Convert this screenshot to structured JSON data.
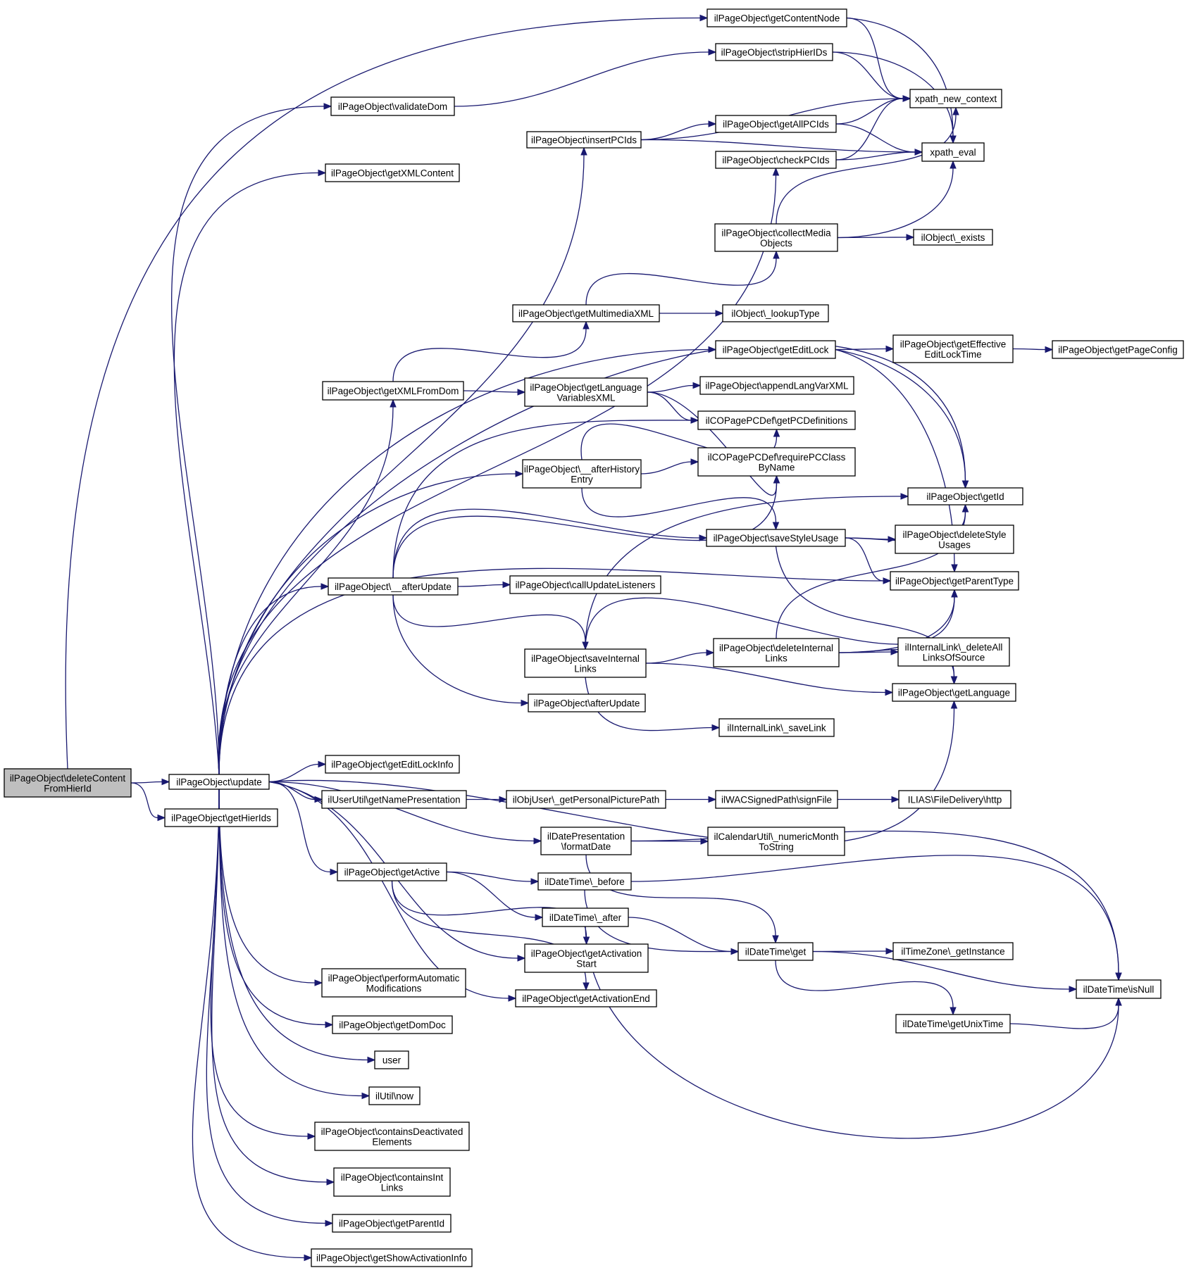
{
  "colors": {
    "edge": "#191970",
    "root_fill": "#bfbfbf",
    "node_fill": "#ffffff",
    "node_border": "#000000"
  },
  "nodes": [
    {
      "id": "root",
      "lines": [
        "ilPageObject\\deleteContent",
        "FromHierId"
      ],
      "root": true
    },
    {
      "id": "update",
      "lines": [
        "ilPageObject\\update"
      ]
    },
    {
      "id": "getHierIds",
      "lines": [
        "ilPageObject\\getHierIds"
      ]
    },
    {
      "id": "getContentNode",
      "lines": [
        "ilPageObject\\getContentNode"
      ]
    },
    {
      "id": "stripHierIDs",
      "lines": [
        "ilPageObject\\stripHierIDs"
      ]
    },
    {
      "id": "validateDom",
      "lines": [
        "ilPageObject\\validateDom"
      ]
    },
    {
      "id": "xpath_new_context",
      "lines": [
        "xpath_new_context"
      ]
    },
    {
      "id": "getAllPCIds",
      "lines": [
        "ilPageObject\\getAllPCIds"
      ]
    },
    {
      "id": "insertPCIds",
      "lines": [
        "ilPageObject\\insertPCIds"
      ]
    },
    {
      "id": "xpath_eval",
      "lines": [
        "xpath_eval"
      ]
    },
    {
      "id": "checkPCIds",
      "lines": [
        "ilPageObject\\checkPCIds"
      ]
    },
    {
      "id": "getXMLContent",
      "lines": [
        "ilPageObject\\getXMLContent"
      ]
    },
    {
      "id": "collectMediaObjects",
      "lines": [
        "ilPageObject\\collectMedia",
        "Objects"
      ]
    },
    {
      "id": "objExists",
      "lines": [
        "ilObject\\_exists"
      ]
    },
    {
      "id": "getMultimediaXML",
      "lines": [
        "ilPageObject\\getMultimediaXML"
      ]
    },
    {
      "id": "lookupType",
      "lines": [
        "ilObject\\_lookupType"
      ]
    },
    {
      "id": "getEditLock",
      "lines": [
        "ilPageObject\\getEditLock"
      ]
    },
    {
      "id": "getEffectiveEditLockTime",
      "lines": [
        "ilPageObject\\getEffective",
        "EditLockTime"
      ]
    },
    {
      "id": "getPageConfig",
      "lines": [
        "ilPageObject\\getPageConfig"
      ]
    },
    {
      "id": "getLanguageVariablesXML",
      "lines": [
        "ilPageObject\\getLanguage",
        "VariablesXML"
      ]
    },
    {
      "id": "appendLangVarXML",
      "lines": [
        "ilPageObject\\appendLangVarXML"
      ]
    },
    {
      "id": "getXMLFromDom",
      "lines": [
        "ilPageObject\\getXMLFromDom"
      ]
    },
    {
      "id": "getPCDefinitions",
      "lines": [
        "ilCOPagePCDef\\getPCDefinitions"
      ]
    },
    {
      "id": "afterHistoryEntry",
      "lines": [
        "ilPageObject\\__afterHistory",
        "Entry"
      ]
    },
    {
      "id": "requirePCClassByName",
      "lines": [
        "ilCOPagePCDef\\requirePCClass",
        "ByName"
      ]
    },
    {
      "id": "getId",
      "lines": [
        "ilPageObject\\getId"
      ]
    },
    {
      "id": "saveStyleUsage",
      "lines": [
        "ilPageObject\\saveStyleUsage"
      ]
    },
    {
      "id": "deleteStyleUsages",
      "lines": [
        "ilPageObject\\deleteStyle",
        "Usages"
      ]
    },
    {
      "id": "__afterUpdate",
      "lines": [
        "ilPageObject\\__afterUpdate"
      ]
    },
    {
      "id": "callUpdateListeners",
      "lines": [
        "ilPageObject\\callUpdateListeners"
      ]
    },
    {
      "id": "getParentType",
      "lines": [
        "ilPageObject\\getParentType"
      ]
    },
    {
      "id": "saveInternalLinks",
      "lines": [
        "ilPageObject\\saveInternal",
        "Links"
      ]
    },
    {
      "id": "deleteInternalLinks",
      "lines": [
        "ilPageObject\\deleteInternal",
        "Links"
      ]
    },
    {
      "id": "deleteAllLinksOfSource",
      "lines": [
        "ilInternalLink\\_deleteAll",
        "LinksOfSource"
      ]
    },
    {
      "id": "getLanguage",
      "lines": [
        "ilPageObject\\getLanguage"
      ]
    },
    {
      "id": "afterUpdate",
      "lines": [
        "ilPageObject\\afterUpdate"
      ]
    },
    {
      "id": "saveLink",
      "lines": [
        "ilInternalLink\\_saveLink"
      ]
    },
    {
      "id": "getEditLockInfo",
      "lines": [
        "ilPageObject\\getEditLockInfo"
      ]
    },
    {
      "id": "getNamePresentation",
      "lines": [
        "ilUserUtil\\getNamePresentation"
      ]
    },
    {
      "id": "getPersonalPicturePath",
      "lines": [
        "ilObjUser\\_getPersonalPicturePath"
      ]
    },
    {
      "id": "signFile",
      "lines": [
        "ilWACSignedPath\\signFile"
      ]
    },
    {
      "id": "http",
      "lines": [
        "ILIAS\\FileDelivery\\http"
      ]
    },
    {
      "id": "formatDate",
      "lines": [
        "ilDatePresentation",
        "\\formatDate"
      ]
    },
    {
      "id": "numericMonthToString",
      "lines": [
        "ilCalendarUtil\\_numericMonth",
        "ToString"
      ]
    },
    {
      "id": "getActive",
      "lines": [
        "ilPageObject\\getActive"
      ]
    },
    {
      "id": "before",
      "lines": [
        "ilDateTime\\_before"
      ]
    },
    {
      "id": "after",
      "lines": [
        "ilDateTime\\_after"
      ]
    },
    {
      "id": "dtGet",
      "lines": [
        "ilDateTime\\get"
      ]
    },
    {
      "id": "getInstance",
      "lines": [
        "ilTimeZone\\_getInstance"
      ]
    },
    {
      "id": "getActivationStart",
      "lines": [
        "ilPageObject\\getActivation",
        "Start"
      ]
    },
    {
      "id": "getActivationEnd",
      "lines": [
        "ilPageObject\\getActivationEnd"
      ]
    },
    {
      "id": "isNull",
      "lines": [
        "ilDateTime\\isNull"
      ]
    },
    {
      "id": "getUnixTime",
      "lines": [
        "ilDateTime\\getUnixTime"
      ]
    },
    {
      "id": "performAutomaticModifications",
      "lines": [
        "ilPageObject\\performAutomatic",
        "Modifications"
      ]
    },
    {
      "id": "getDomDoc",
      "lines": [
        "ilPageObject\\getDomDoc"
      ]
    },
    {
      "id": "user",
      "lines": [
        "user"
      ]
    },
    {
      "id": "now",
      "lines": [
        "ilUtil\\now"
      ]
    },
    {
      "id": "containsDeactivatedElements",
      "lines": [
        "ilPageObject\\containsDeactivated",
        "Elements"
      ]
    },
    {
      "id": "containsIntLinks",
      "lines": [
        "ilPageObject\\containsInt",
        "Links"
      ]
    },
    {
      "id": "getParentId",
      "lines": [
        "ilPageObject\\getParentId"
      ]
    },
    {
      "id": "getShowActivationInfo",
      "lines": [
        "ilPageObject\\getShowActivationInfo"
      ]
    }
  ],
  "edges": [
    [
      "root",
      "getContentNode"
    ],
    [
      "root",
      "update"
    ],
    [
      "root",
      "getHierIds"
    ],
    [
      "update",
      "validateDom"
    ],
    [
      "update",
      "getXMLContent"
    ],
    [
      "update",
      "insertPCIds"
    ],
    [
      "update",
      "checkPCIds"
    ],
    [
      "update",
      "getId"
    ],
    [
      "update",
      "getEditLock"
    ],
    [
      "update",
      "getXMLFromDom"
    ],
    [
      "update",
      "afterHistoryEntry"
    ],
    [
      "update",
      "__afterUpdate"
    ],
    [
      "update",
      "getParentType"
    ],
    [
      "update",
      "getLanguage"
    ],
    [
      "update",
      "getEditLockInfo"
    ],
    [
      "update",
      "getNamePresentation"
    ],
    [
      "update",
      "formatDate"
    ],
    [
      "update",
      "getActive"
    ],
    [
      "update",
      "getActivationStart"
    ],
    [
      "update",
      "getActivationEnd"
    ],
    [
      "update",
      "performAutomaticModifications"
    ],
    [
      "update",
      "getDomDoc"
    ],
    [
      "update",
      "user"
    ],
    [
      "update",
      "now"
    ],
    [
      "update",
      "containsDeactivatedElements"
    ],
    [
      "update",
      "containsIntLinks"
    ],
    [
      "update",
      "getParentId"
    ],
    [
      "update",
      "getShowActivationInfo"
    ],
    [
      "getContentNode",
      "xpath_new_context"
    ],
    [
      "getContentNode",
      "xpath_eval"
    ],
    [
      "stripHierIDs",
      "xpath_new_context"
    ],
    [
      "stripHierIDs",
      "xpath_eval"
    ],
    [
      "validateDom",
      "stripHierIDs"
    ],
    [
      "insertPCIds",
      "xpath_new_context"
    ],
    [
      "insertPCIds",
      "getAllPCIds"
    ],
    [
      "insertPCIds",
      "xpath_eval"
    ],
    [
      "getAllPCIds",
      "xpath_new_context"
    ],
    [
      "getAllPCIds",
      "xpath_eval"
    ],
    [
      "checkPCIds",
      "xpath_new_context"
    ],
    [
      "checkPCIds",
      "xpath_eval"
    ],
    [
      "collectMediaObjects",
      "xpath_new_context"
    ],
    [
      "collectMediaObjects",
      "xpath_eval"
    ],
    [
      "collectMediaObjects",
      "objExists"
    ],
    [
      "getMultimediaXML",
      "collectMediaObjects"
    ],
    [
      "getMultimediaXML",
      "lookupType"
    ],
    [
      "getEditLock",
      "getEffectiveEditLockTime"
    ],
    [
      "getEditLock",
      "getId"
    ],
    [
      "getEditLock",
      "getParentType"
    ],
    [
      "getEffectiveEditLockTime",
      "getPageConfig"
    ],
    [
      "getXMLFromDom",
      "getMultimediaXML"
    ],
    [
      "getXMLFromDom",
      "getLanguageVariablesXML"
    ],
    [
      "getLanguageVariablesXML",
      "appendLangVarXML"
    ],
    [
      "getLanguageVariablesXML",
      "getPCDefinitions"
    ],
    [
      "getLanguageVariablesXML",
      "requirePCClassByName"
    ],
    [
      "afterHistoryEntry",
      "getPCDefinitions"
    ],
    [
      "afterHistoryEntry",
      "requirePCClassByName"
    ],
    [
      "afterHistoryEntry",
      "saveStyleUsage"
    ],
    [
      "__afterUpdate",
      "getPCDefinitions"
    ],
    [
      "__afterUpdate",
      "requirePCClassByName"
    ],
    [
      "__afterUpdate",
      "saveStyleUsage"
    ],
    [
      "__afterUpdate",
      "callUpdateListeners"
    ],
    [
      "__afterUpdate",
      "saveInternalLinks"
    ],
    [
      "__afterUpdate",
      "afterUpdate"
    ],
    [
      "saveStyleUsage",
      "getId"
    ],
    [
      "saveStyleUsage",
      "deleteStyleUsages"
    ],
    [
      "saveStyleUsage",
      "getParentType"
    ],
    [
      "saveStyleUsage",
      "getLanguage"
    ],
    [
      "saveInternalLinks",
      "getId"
    ],
    [
      "saveInternalLinks",
      "getParentType"
    ],
    [
      "saveInternalLinks",
      "deleteInternalLinks"
    ],
    [
      "saveInternalLinks",
      "getLanguage"
    ],
    [
      "saveInternalLinks",
      "saveLink"
    ],
    [
      "deleteInternalLinks",
      "getId"
    ],
    [
      "deleteInternalLinks",
      "getParentType"
    ],
    [
      "deleteInternalLinks",
      "deleteAllLinksOfSource"
    ],
    [
      "deleteInternalLinks",
      "getLanguage"
    ],
    [
      "getNamePresentation",
      "getPersonalPicturePath"
    ],
    [
      "getPersonalPicturePath",
      "signFile"
    ],
    [
      "signFile",
      "http"
    ],
    [
      "formatDate",
      "numericMonthToString"
    ],
    [
      "formatDate",
      "dtGet"
    ],
    [
      "formatDate",
      "isNull"
    ],
    [
      "getActive",
      "before"
    ],
    [
      "getActive",
      "after"
    ],
    [
      "getActive",
      "getActivationStart"
    ],
    [
      "getActive",
      "getActivationEnd"
    ],
    [
      "before",
      "dtGet"
    ],
    [
      "before",
      "isNull"
    ],
    [
      "after",
      "dtGet"
    ],
    [
      "after",
      "isNull"
    ],
    [
      "dtGet",
      "getInstance"
    ],
    [
      "dtGet",
      "isNull"
    ],
    [
      "dtGet",
      "getUnixTime"
    ],
    [
      "getUnixTime",
      "isNull"
    ]
  ]
}
